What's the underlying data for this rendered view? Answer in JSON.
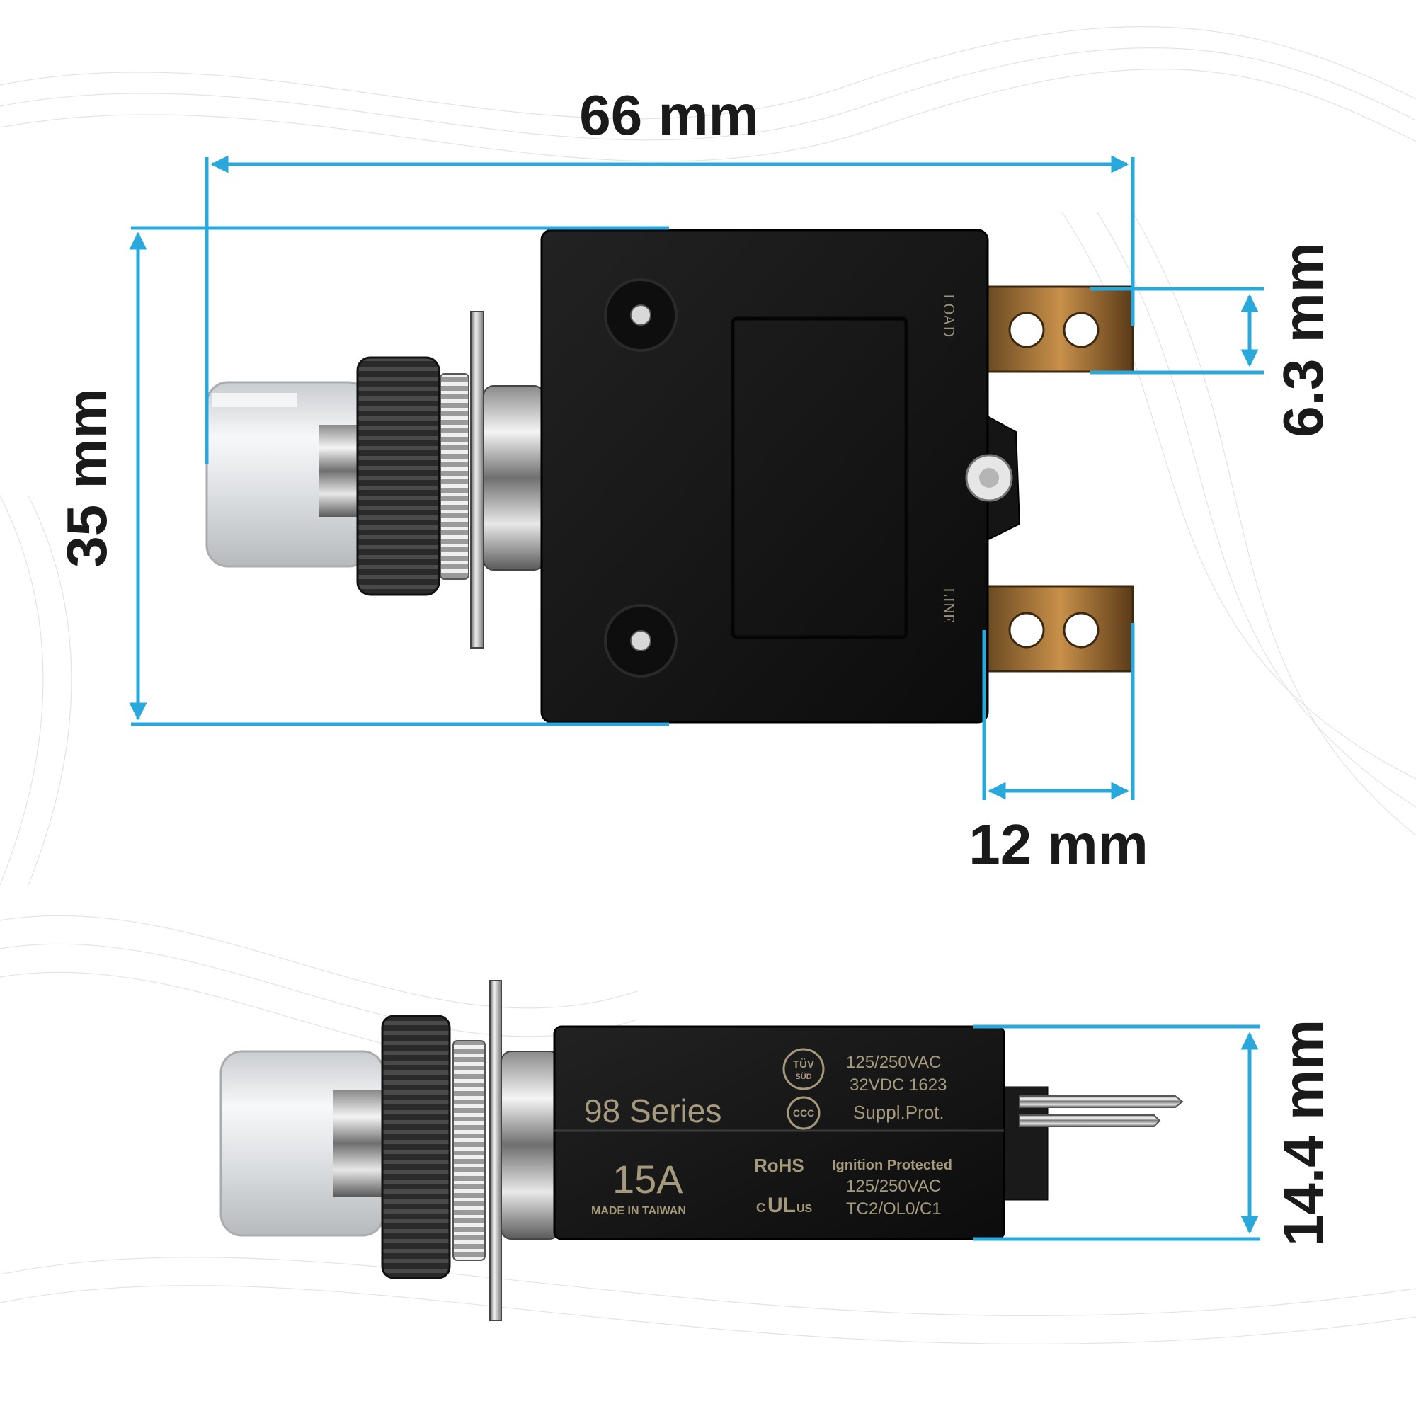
{
  "dimensions": {
    "width": "66 mm",
    "height": "35 mm",
    "terminal_width": "6.3 mm",
    "terminal_length": "12 mm",
    "thickness": "14.4 mm"
  },
  "terminal_labels": {
    "load": "LOAD",
    "line": "LINE"
  },
  "product_print": {
    "tuv_top": "TÜV",
    "tuv_bottom": "SÜD",
    "rating_ac": "125/250VAC",
    "rating_dc": "32VDC  1623",
    "series": "98 Series",
    "ccc_mark": "CCC",
    "suppl": "Suppl.Prot.",
    "amperage": "15A",
    "rohs": "RoHS",
    "ignition": "Ignition Protected",
    "rating_ac_2": "125/250VAC",
    "made_in": "MADE IN TAIWAN",
    "ul_mark": "UL",
    "ul_c": "C",
    "ul_us": "US",
    "codes": "TC2/OL0/C1"
  },
  "colors": {
    "accent": "#29a8dc",
    "body": "#151515",
    "text": "#1a1a1a",
    "print": "#a69a7c"
  }
}
